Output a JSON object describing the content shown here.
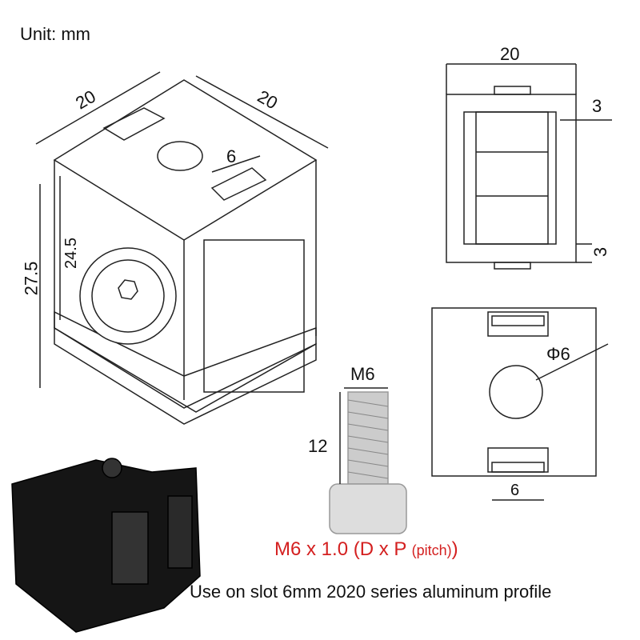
{
  "unit_label": "Unit: mm",
  "iso_view": {
    "width": "20",
    "depth": "20",
    "height_total": "27.5",
    "height_axis": "24.5",
    "slot": "6"
  },
  "front_view": {
    "width": "20",
    "top_offset": "3",
    "bottom_offset": "3"
  },
  "top_view": {
    "hole": "Φ6",
    "slot": "6"
  },
  "screw": {
    "diameter": "M6",
    "length": "12"
  },
  "screw_spec": {
    "main": "M6 x 1.0 (D x P ",
    "pitch": "(pitch)",
    "close": ")"
  },
  "caption": "Use on slot 6mm 2020 series aluminum profile",
  "colors": {
    "spec_text": "#d42020",
    "line": "#222222"
  }
}
